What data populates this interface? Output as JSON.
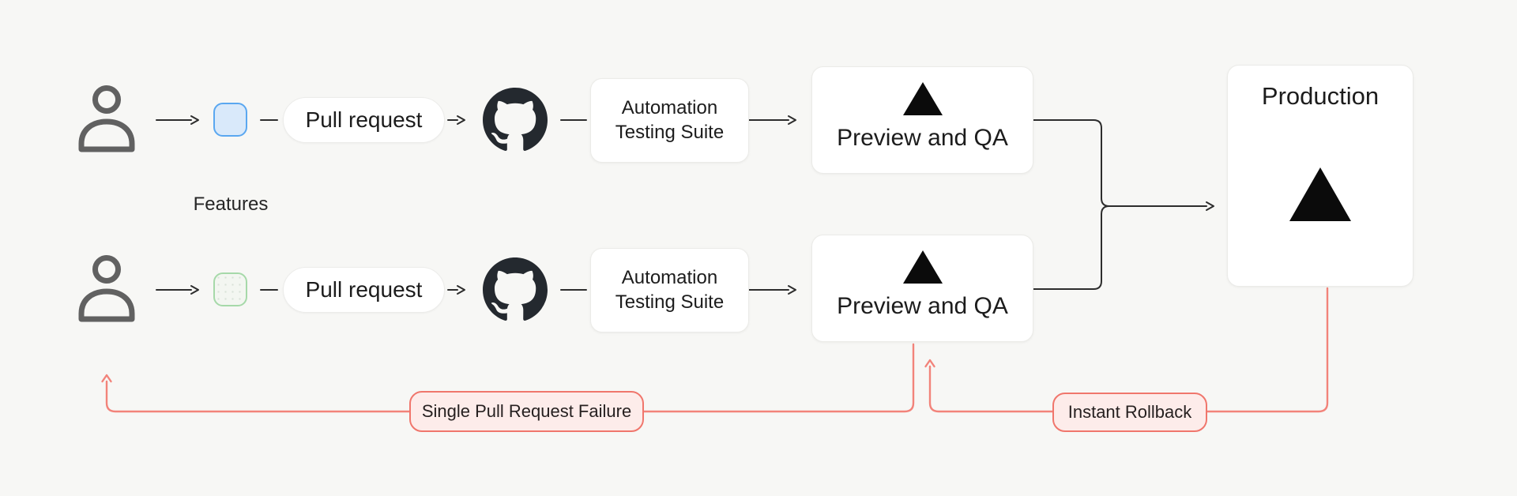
{
  "colors": {
    "background": "#f7f7f5",
    "wire": "#2d2d2d",
    "failure_red": "#f2837a",
    "node_fill": "#ffffff",
    "node_border": "#ebebe8",
    "blue_square_border": "#5aa7f0",
    "blue_square_fill": "#d9e9fa",
    "green_square_border": "#a6d9a9",
    "green_square_fill": "#f3f6f1",
    "github_black": "#24292f",
    "failure_label_fill": "#fdecea",
    "failure_label_border": "#f0766c",
    "triangle_black": "#0b0b0b",
    "text": "#1c1c1c"
  },
  "lanes": [
    {
      "square_color_name": "blue",
      "pull_request_label": "Pull request",
      "automation_line1": "Automation",
      "automation_line2": "Testing Suite",
      "preview_label": "Preview and QA"
    },
    {
      "square_color_name": "green",
      "pull_request_label": "Pull request",
      "automation_line1": "Automation",
      "automation_line2": "Testing Suite",
      "preview_label": "Preview and QA"
    }
  ],
  "features_label": "Features",
  "production": {
    "label": "Production"
  },
  "failure_path_label": "Single Pull Request Failure",
  "rollback_path_label": "Instant Rollback"
}
